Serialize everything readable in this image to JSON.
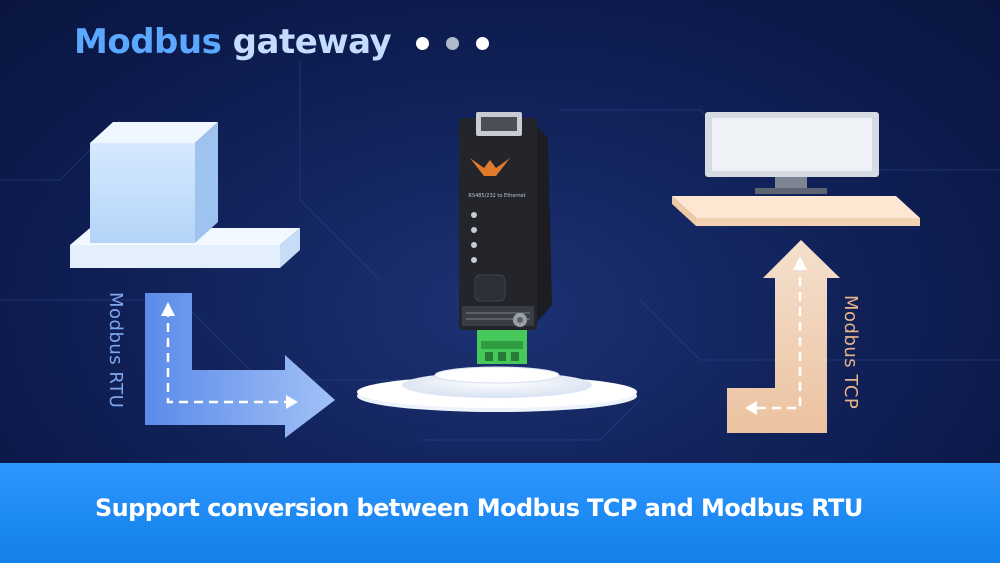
{
  "slide": {
    "title_part1": "Modbus",
    "title_part2": "gateway",
    "pager": {
      "total": 3,
      "active_index": 1
    },
    "label_rtu": "Modbus RTU",
    "label_tcp": "Modbus TCP",
    "footer_text": "Support conversion between Modbus TCP and Modbus RTU"
  },
  "colors": {
    "background": "#142660",
    "title_accent": "#5aa8ff",
    "title_light": "#c4ddff",
    "rtu_arrow": "#6fa3f5",
    "tcp_arrow": "#f2c39c",
    "footer_band": "#1f8bf5"
  },
  "icons": {
    "device_left": "cube-icon",
    "device_right": "monitor-icon",
    "gateway": "rs485-ethernet-gateway"
  }
}
